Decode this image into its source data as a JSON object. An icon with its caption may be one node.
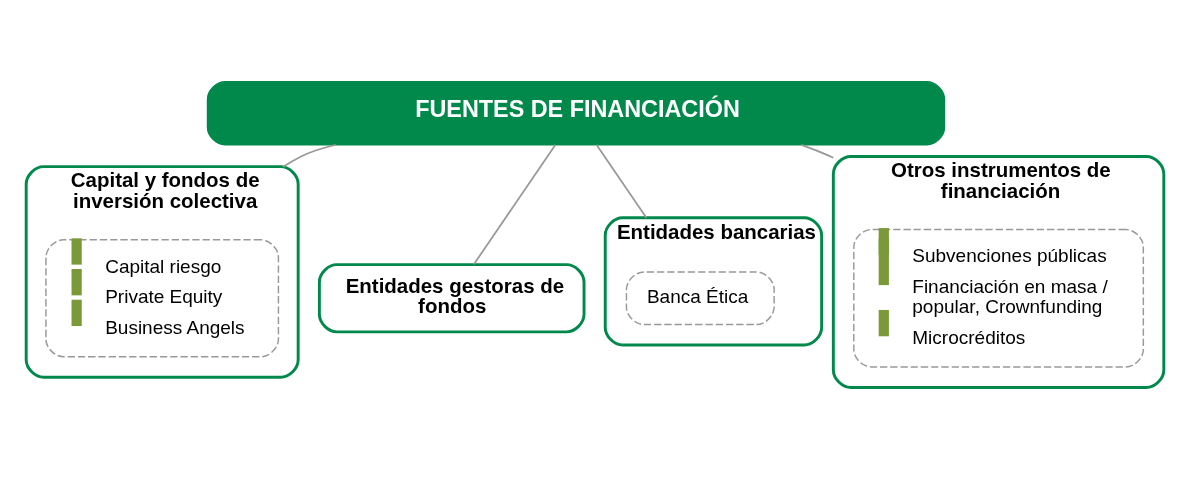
{
  "diagram": {
    "nodes": [
      {
        "text": [
          "FUENTES DE FINANCIACIÓN"
        ]
      },
      {
        "text": [
          "Capital y fondos de inversión colectiva"
        ]
      },
      {
        "text": [
          "Capital riesgo",
          "Private Equity",
          "Business Angels"
        ],
        "in": 1
      },
      {
        "text": [
          "Entidades gestoras de fondos"
        ]
      },
      {
        "text": [
          "Entidades bancarias"
        ]
      },
      {
        "text": [
          "Banca Ética"
        ],
        "in": 4
      },
      {
        "text": [
          "Otros instrumentos de financiación"
        ]
      },
      {
        "text": [
          "Subvenciones públicas",
          "Financiación en masa / popular, Crownfunding",
          "Microcréditos"
        ],
        "in": 6
      }
    ],
    "edges": [
      {
        "from": 0,
        "to": 1,
        "arrow": "none"
      },
      {
        "from": 0,
        "to": 3,
        "arrow": "none"
      },
      {
        "from": 0,
        "to": 4,
        "arrow": "none"
      },
      {
        "from": 0,
        "to": 6,
        "arrow": "none"
      }
    ]
  }
}
